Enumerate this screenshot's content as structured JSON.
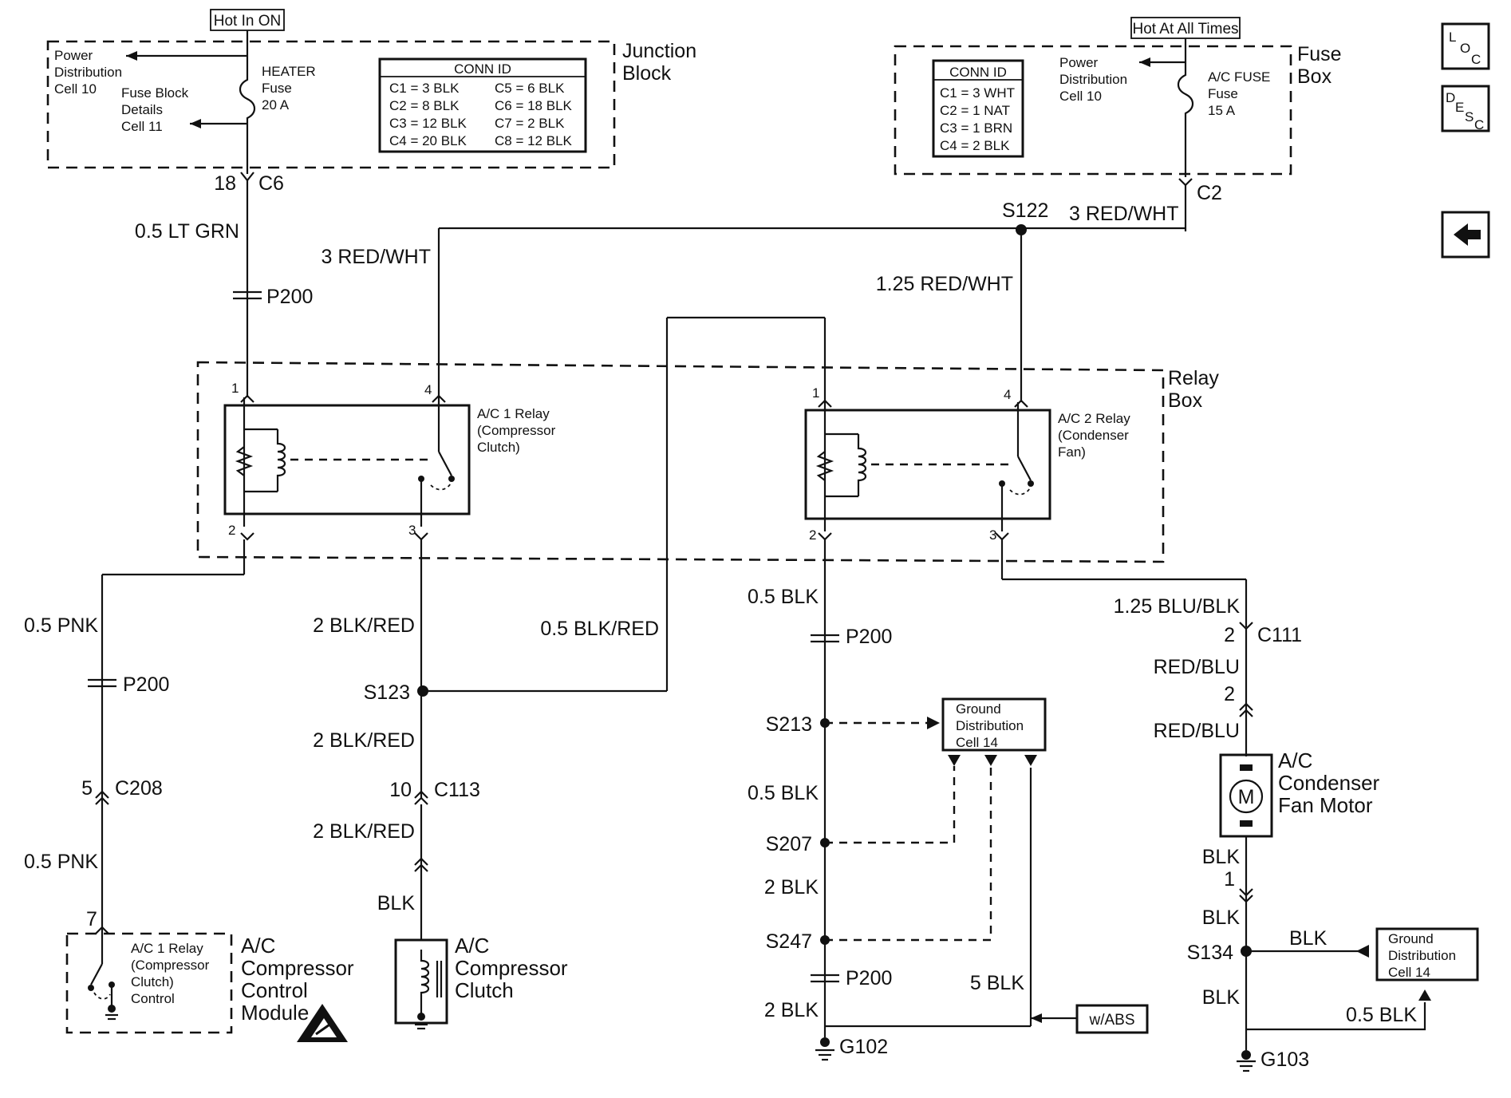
{
  "top": {
    "hot_in_on": "Hot In ON",
    "hot_at_all_times": "Hot At All Times"
  },
  "junction_block": {
    "title_l1": "Junction",
    "title_l2": "Block",
    "power_dist_l1": "Power",
    "power_dist_l2": "Distribution",
    "power_dist_l3": "Cell 10",
    "fuse_block_l1": "Fuse Block",
    "fuse_block_l2": "Details",
    "fuse_block_l3": "Cell 11",
    "fuse_l1": "HEATER",
    "fuse_l2": "Fuse",
    "fuse_l3": "20 A",
    "conn_header": "CONN ID",
    "conn_ids": [
      "C1 = 3 BLK",
      "C2 = 8 BLK",
      "C3 = 12 BLK",
      "C4 = 20 BLK",
      "C5 = 6 BLK",
      "C6 = 18 BLK",
      "C7 = 2 BLK",
      "C8 = 12 BLK"
    ]
  },
  "fuse_box": {
    "title_l1": "Fuse",
    "title_l2": "Box",
    "conn_header": "CONN ID",
    "conn_ids": [
      "C1 = 3 WHT",
      "C2 = 1 NAT",
      "C3 = 1 BRN",
      "C4 = 2 BLK"
    ],
    "power_dist_l1": "Power",
    "power_dist_l2": "Distribution",
    "power_dist_l3": "Cell 10",
    "fuse_l1": "A/C FUSE",
    "fuse_l2": "Fuse",
    "fuse_l3": "15 A"
  },
  "relay_box": {
    "title_l1": "Relay",
    "title_l2": "Box",
    "relay1_l1": "A/C 1 Relay",
    "relay1_l2": "(Compressor",
    "relay1_l3": "Clutch)",
    "relay2_l1": "A/C 2 Relay",
    "relay2_l2": "(Condenser",
    "relay2_l3": "Fan)",
    "pins": [
      "1",
      "4",
      "2",
      "3",
      "1",
      "4",
      "2",
      "3"
    ]
  },
  "wires": {
    "w_c6_num": "18",
    "w_c6": "C6",
    "w_lt_grn": "0.5 LT GRN",
    "w_p200_a": "P200",
    "w_red_wht_3a": "3 RED/WHT",
    "w_s122": "S122",
    "w_red_wht_3b": "3 RED/WHT",
    "w_c2": "C2",
    "w_red_wht_125": "1.25 RED/WHT",
    "w_pnk_a": "0.5 PNK",
    "w_p200_b": "P200",
    "w_c208_num": "5",
    "w_c208": "C208",
    "w_pnk_b": "0.5 PNK",
    "w_pin7": "7",
    "w_blk_red_2a": "2 BLK/RED",
    "w_blk_red_05": "0.5 BLK/RED",
    "w_s123": "S123",
    "w_blk_red_2b": "2 BLK/RED",
    "w_c113_num": "10",
    "w_c113": "C113",
    "w_blk_red_2c": "2 BLK/RED",
    "w_blk_a": "BLK",
    "w_blk_05a": "0.5 BLK",
    "w_p200_c": "P200",
    "w_s213": "S213",
    "w_blk_05b": "0.5 BLK",
    "w_s207": "S207",
    "w_blk_2a": "2 BLK",
    "w_s247": "S247",
    "w_p200_d": "P200",
    "w_blk_5": "5 BLK",
    "w_blk_2b": "2 BLK",
    "w_g102": "G102",
    "w_blu_blk": "1.25 BLU/BLK",
    "w_c111_num": "2",
    "w_c111": "C111",
    "w_red_blu_a": "RED/BLU",
    "w_pin2": "2",
    "w_red_blu_b": "RED/BLU",
    "w_blk_b": "BLK",
    "w_pin1": "1",
    "w_blk_c": "BLK",
    "w_s134": "S134",
    "w_blk_d": "BLK",
    "w_blk_e": "BLK",
    "w_blk_05c": "0.5 BLK",
    "w_g103": "G103"
  },
  "components": {
    "ground_dist_a_l1": "Ground",
    "ground_dist_a_l2": "Distribution",
    "ground_dist_a_l3": "Cell 14",
    "ground_dist_b_l1": "Ground",
    "ground_dist_b_l2": "Distribution",
    "ground_dist_b_l3": "Cell 14",
    "w_abs": "w/ABS",
    "fan_motor_l1": "A/C",
    "fan_motor_l2": "Condenser",
    "fan_motor_l3": "Fan Motor",
    "motor_symbol": "M",
    "clutch_l1": "A/C",
    "clutch_l2": "Compressor",
    "clutch_l3": "Clutch",
    "ccm_l1": "A/C",
    "ccm_l2": "Compressor",
    "ccm_l3": "Control",
    "ccm_l4": "Module",
    "ccm_relay_l1": "A/C 1 Relay",
    "ccm_relay_l2": "(Compressor",
    "ccm_relay_l3": "Clutch)",
    "ccm_relay_l4": "Control"
  },
  "nav": {
    "loc_l": "L",
    "loc_o": "O",
    "loc_c": "C",
    "desc_d": "D",
    "desc_e": "E",
    "desc_s": "S",
    "desc_c": "C",
    "back_icon": "back-arrow-icon"
  }
}
